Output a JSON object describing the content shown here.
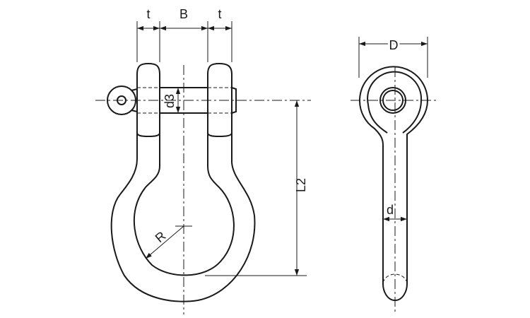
{
  "labels": {
    "t_left": "t",
    "b": "B",
    "t_right": "t",
    "d3": "d3",
    "l2": "L2",
    "r": "R",
    "d_upper": "D",
    "d_lower": "d"
  },
  "colors": {
    "line": "#1a1a1a",
    "background": "#ffffff"
  }
}
